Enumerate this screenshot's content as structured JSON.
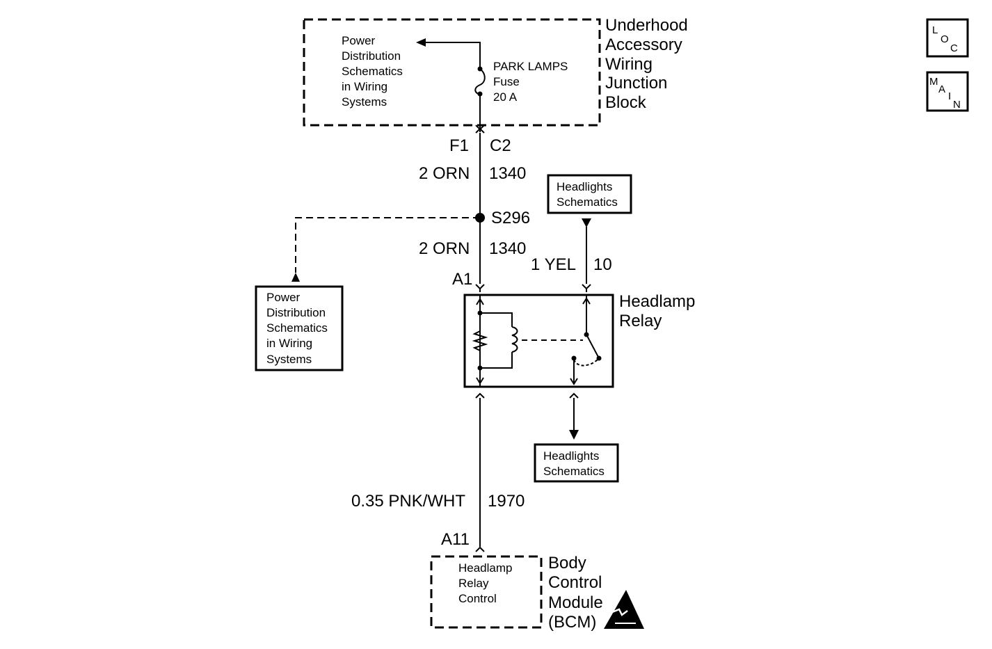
{
  "junction_block": {
    "title_lines": [
      "Underhood",
      "Accessory",
      "Wiring",
      "Junction",
      "Block"
    ],
    "pds_lines": [
      "Power",
      "Distribution",
      "Schematics",
      "in Wiring",
      "Systems"
    ],
    "fuse_lines": [
      "PARK LAMPS",
      "Fuse",
      "20 A"
    ]
  },
  "connectors": {
    "f1": "F1",
    "c2": "C2",
    "a1": "A1",
    "a11": "A11"
  },
  "wires": {
    "top_color": "2 ORN",
    "top_circuit": "1340",
    "mid_color": "2 ORN",
    "mid_circuit": "1340",
    "yel_color": "1 YEL",
    "yel_circuit": "10",
    "bottom_color": "0.35 PNK/WHT",
    "bottom_circuit": "1970"
  },
  "splice": "S296",
  "pds_box_lines": [
    "Power",
    "Distribution",
    "Schematics",
    "in Wiring",
    "Systems"
  ],
  "headlights_top_lines": [
    "Headlights",
    "Schematics"
  ],
  "headlights_bottom_lines": [
    "Headlights",
    "Schematics"
  ],
  "relay_lines": [
    "Headlamp",
    "Relay"
  ],
  "bcm": {
    "inner_lines": [
      "Headlamp",
      "Relay",
      "Control"
    ],
    "title_lines": [
      "Body",
      "Control",
      "Module",
      "(BCM)"
    ]
  },
  "loc_icon": {
    "l1": "L",
    "l2": "O",
    "l3": "C"
  },
  "main_icon": {
    "l1": "M",
    "l2": "A",
    "l3": "I",
    "l4": "N"
  }
}
